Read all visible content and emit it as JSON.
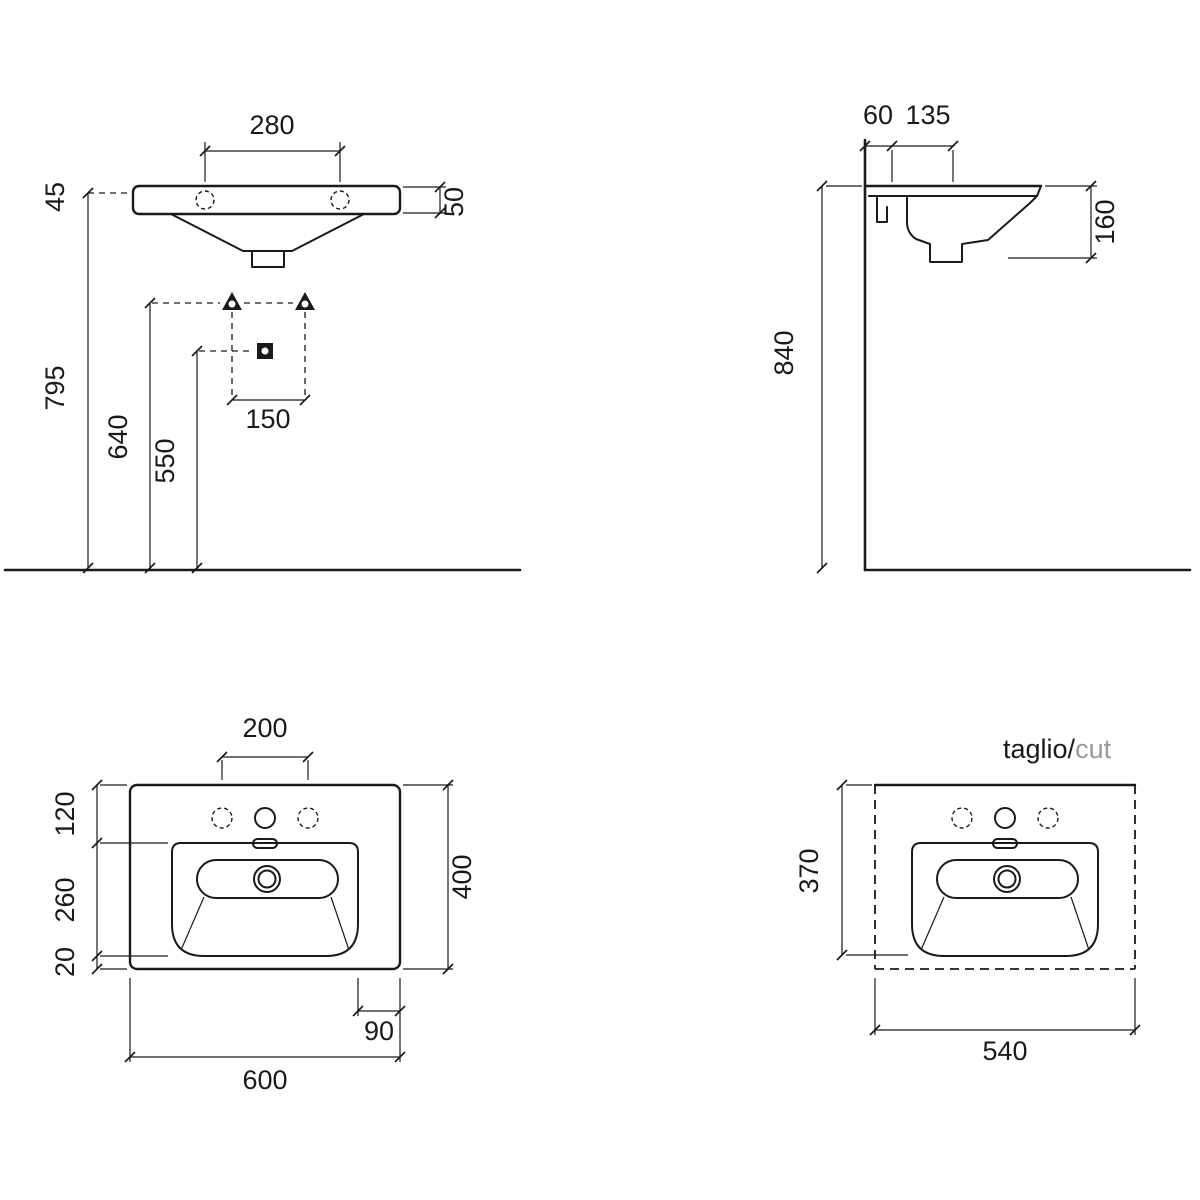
{
  "page": {
    "title": "Washbasin technical drawing"
  },
  "colors": {
    "line": "#1a1a1a",
    "muted": "#9a9a9a"
  },
  "drawing": {
    "front": {
      "tap_span": "280",
      "rim_thickness": "45",
      "edge_thickness": "50",
      "mount_height": "795",
      "fixing_height": "640",
      "drain_height": "550",
      "fixing_span": "150"
    },
    "side": {
      "wall_gap": "60",
      "tap_offset": "135",
      "bowl_depth": "160",
      "total_height": "840"
    },
    "plan": {
      "tap_span": "200",
      "back_zone": "120",
      "bowl_length": "260",
      "front_edge": "20",
      "depth": "400",
      "drain_offset": "90",
      "width": "600"
    },
    "cut": {
      "label_it": "taglio/",
      "label_en": "cut",
      "depth": "370",
      "width": "540"
    }
  }
}
